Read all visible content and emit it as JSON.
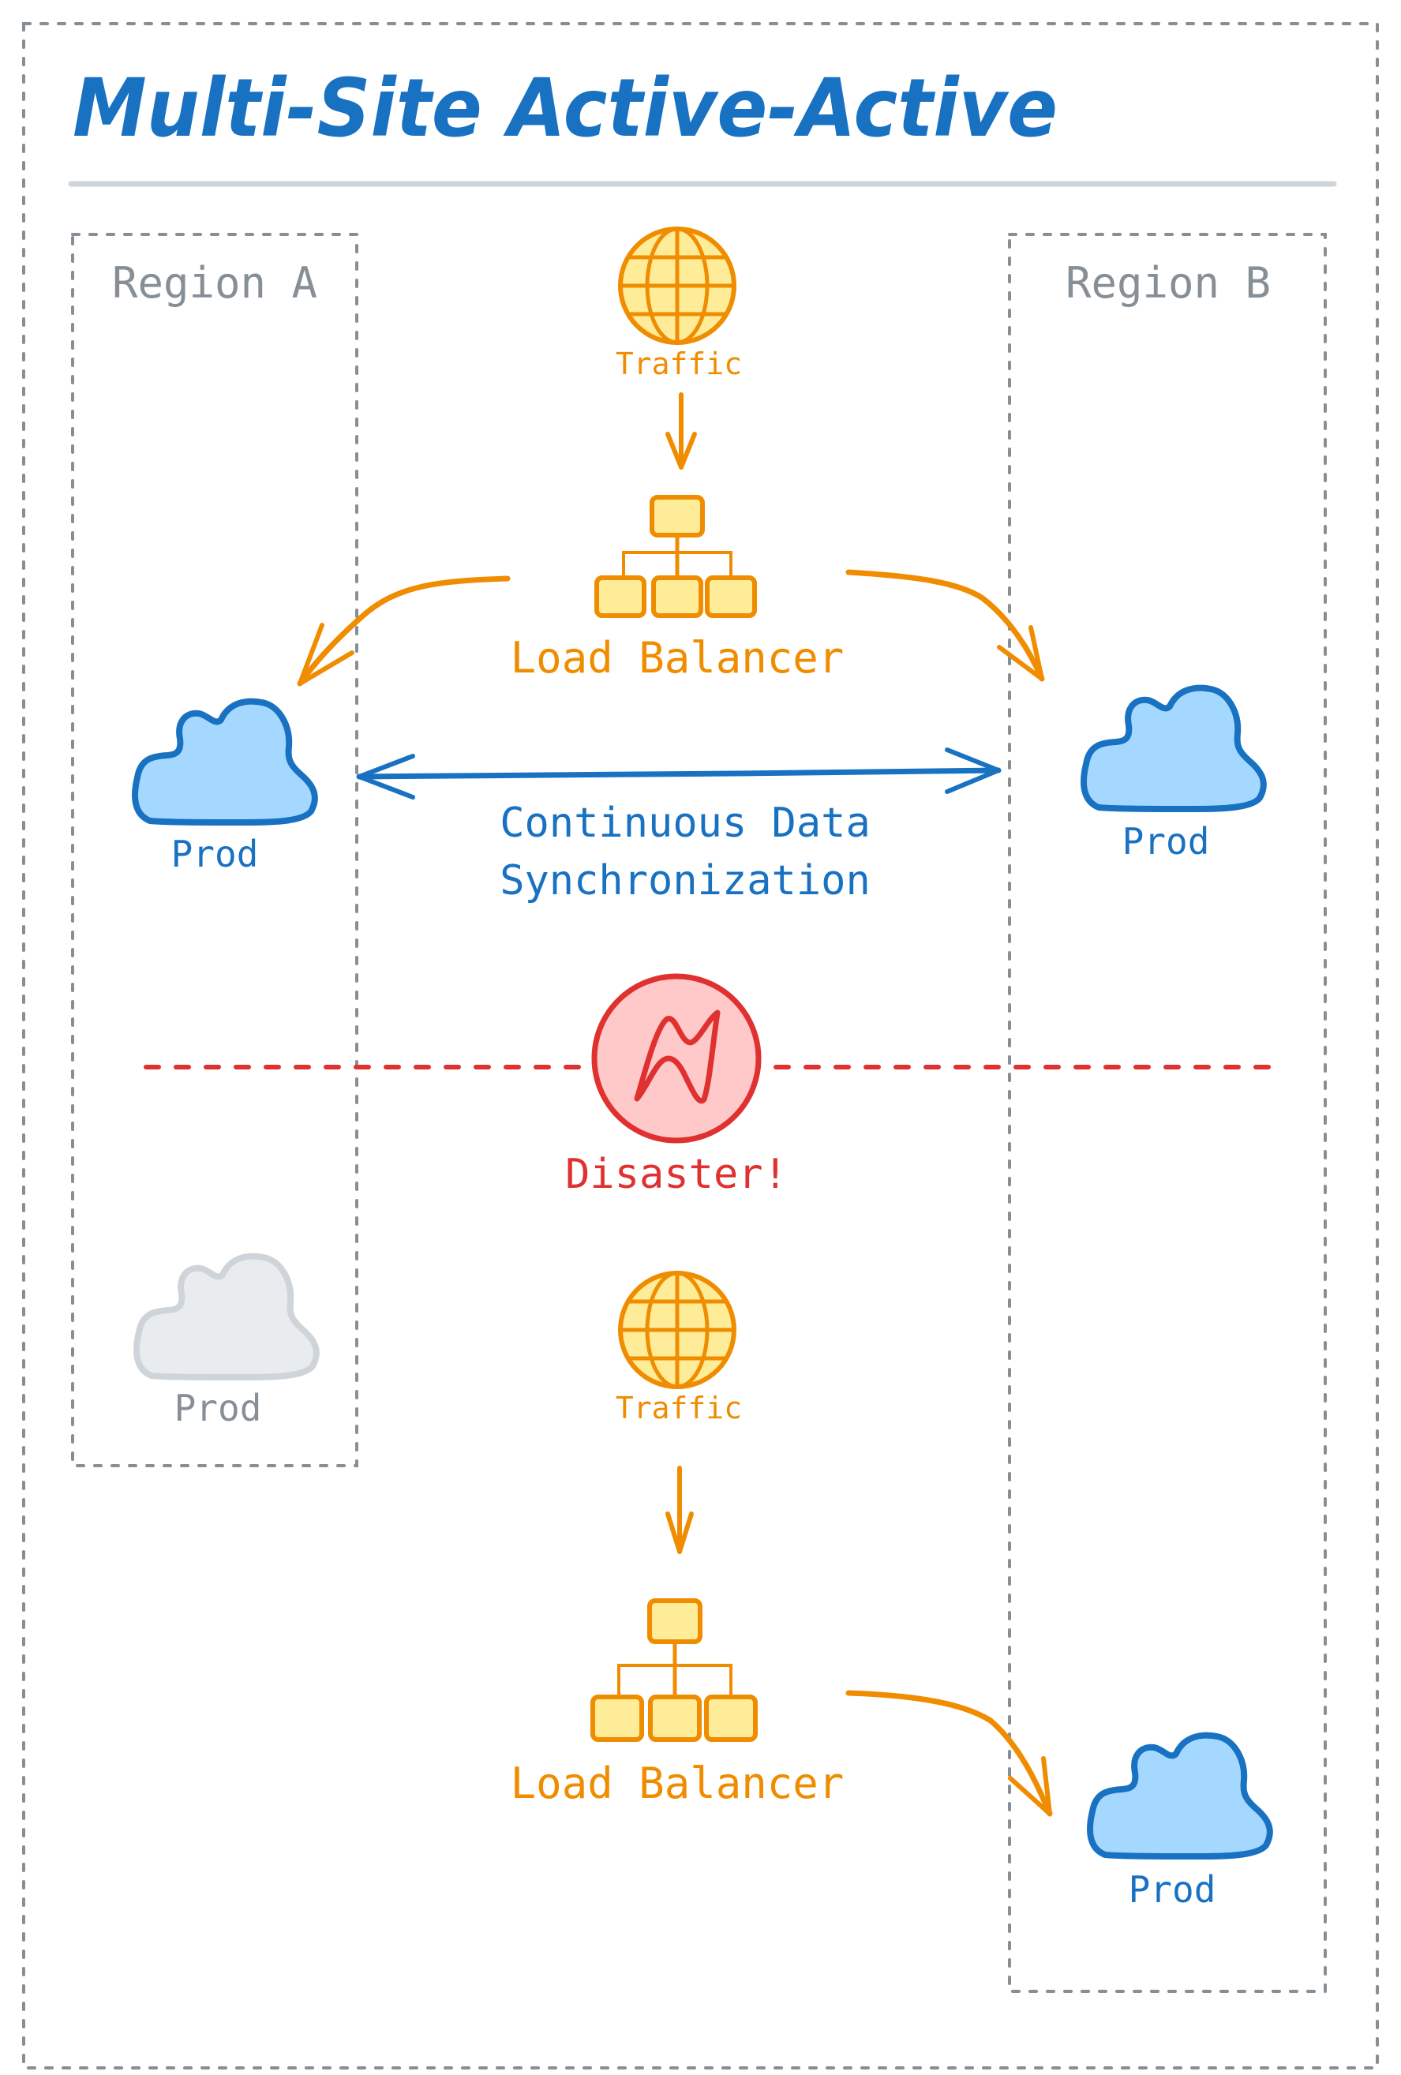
{
  "title": "Multi-Site Active-Active",
  "colors": {
    "title": "#1971c2",
    "divider": "#ced4da",
    "region_border": "#868e96",
    "region_label": "#868e96",
    "traffic": "#f08c00",
    "traffic_fill": "#ffec99",
    "prod_active_stroke": "#1971c2",
    "prod_active_fill": "#a5d8ff",
    "prod_failed_stroke": "#ced4da",
    "prod_failed_fill": "#e9ecef",
    "prod_failed_label": "#868e96",
    "sync": "#1971c2",
    "disaster": "#e03131",
    "disaster_fill": "#ffc9c9"
  },
  "regions": [
    {
      "label": "Region A"
    },
    {
      "label": "Region B"
    }
  ],
  "before": {
    "traffic_label": "Traffic",
    "traffic_icon": "globe-icon",
    "load_balancer_label": "Load Balancer",
    "load_balancer_icon": "hierarchy-icon",
    "prod_a_label": "Prod",
    "prod_b_label": "Prod",
    "sync_label_line1": "Continuous Data",
    "sync_label_line2": "Synchronization"
  },
  "disaster": {
    "label": "Disaster!",
    "icon": "lightning-icon"
  },
  "after": {
    "prod_a_label": "Prod",
    "prod_a_status": "failed",
    "traffic_label": "Traffic",
    "traffic_icon": "globe-icon",
    "load_balancer_label": "Load Balancer",
    "load_balancer_icon": "hierarchy-icon",
    "prod_b_label": "Prod"
  }
}
